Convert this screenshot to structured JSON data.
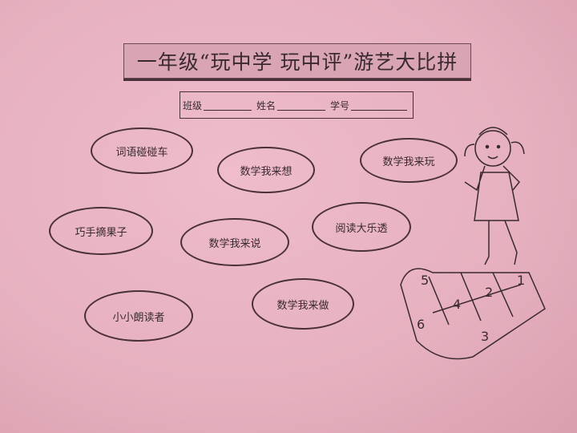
{
  "title": "一年级“玩中学 玩中评”游艺大比拼",
  "form": {
    "class_label": "班级",
    "name_label": "姓名",
    "id_label": "学号"
  },
  "activities": [
    "词语碰碰车",
    "数学我来想",
    "数学我来玩",
    "巧手摘果子",
    "数学我来说",
    "阅读大乐透",
    "小小朗读者",
    "数学我来做"
  ],
  "hopscotch_numbers": [
    "1",
    "2",
    "3",
    "4",
    "5",
    "6"
  ]
}
